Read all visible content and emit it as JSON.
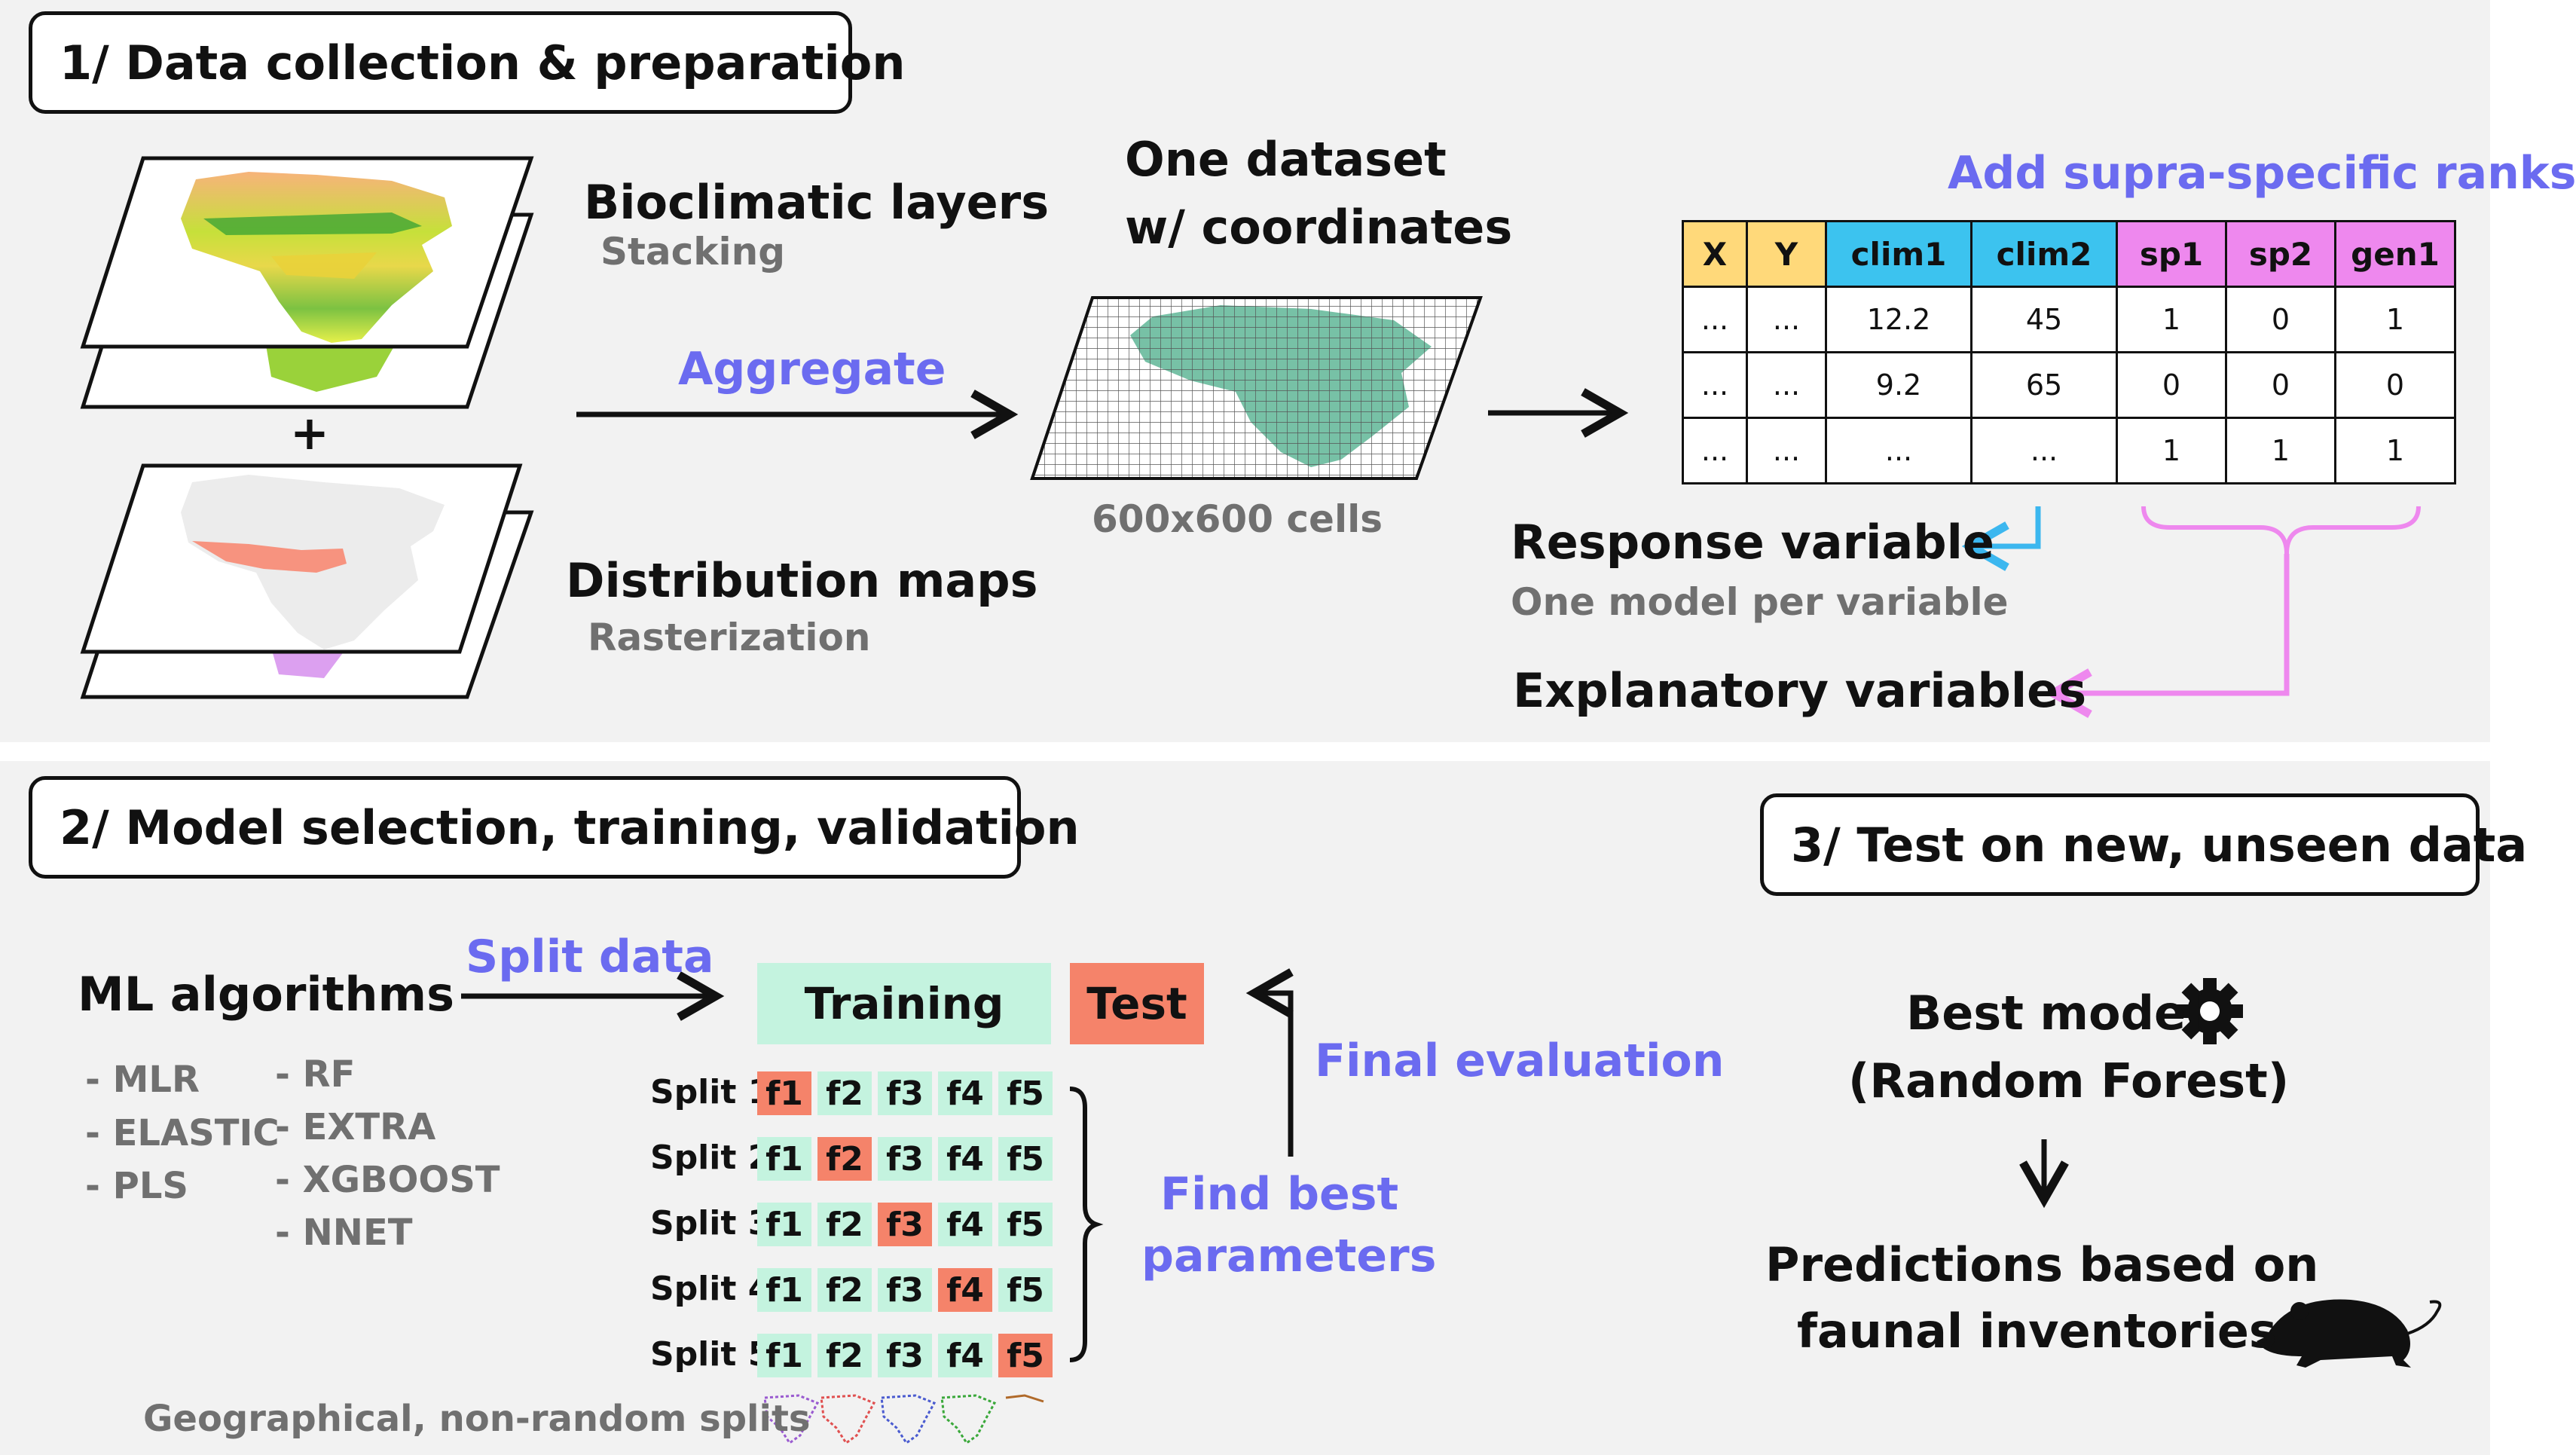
{
  "section1": {
    "title": "1/ Data collection & preparation",
    "bioclimatic_title": "Bioclimatic layers",
    "bioclimatic_sub": "Stacking",
    "plus": "+",
    "distribution_title": "Distribution maps",
    "distribution_sub": "Rasterization",
    "aggregate": "Aggregate",
    "dataset_line1": "One dataset",
    "dataset_line2": "w/ coordinates",
    "grid_caption": "600x600 cells",
    "supra_label": "Add supra-specific ranks",
    "table": {
      "headers": [
        "X",
        "Y",
        "clim1",
        "clim2",
        "sp1",
        "sp2",
        "gen1"
      ],
      "rows": [
        [
          "...",
          "...",
          "12.2",
          "45",
          "1",
          "0",
          "1"
        ],
        [
          "...",
          "...",
          "9.2",
          "65",
          "0",
          "0",
          "0"
        ],
        [
          "...",
          "...",
          "...",
          "...",
          "1",
          "1",
          "1"
        ]
      ]
    },
    "response_title": "Response variable",
    "response_sub": "One model per variable",
    "explanatory_title": "Explanatory variables",
    "colors": {
      "xy": "#ffd97a",
      "clim": "#3cc3ef",
      "species": "#ee88ee",
      "arrow_blue": "#3cb7ef",
      "arrow_pink": "#ee88ee",
      "accent": "#6b6bf0"
    }
  },
  "section2": {
    "title": "2/ Model selection, training, validation",
    "ml_title": "ML algorithms",
    "algos_col1": [
      "- MLR",
      "- ELASTIC",
      "- PLS"
    ],
    "algos_col2": [
      "- RF",
      "- EXTRA",
      "- XGBOOST",
      "- NNET"
    ],
    "split_data": "Split data",
    "training": "Training",
    "test": "Test",
    "final_eval": "Final evaluation",
    "find_best_1": "Find best",
    "find_best_2": "parameters",
    "splits": [
      {
        "label": "Split 1",
        "folds": [
          "f1",
          "f2",
          "f3",
          "f4",
          "f5"
        ],
        "held_out": 0
      },
      {
        "label": "Split 2",
        "folds": [
          "f1",
          "f2",
          "f3",
          "f4",
          "f5"
        ],
        "held_out": 1
      },
      {
        "label": "Split 3",
        "folds": [
          "f1",
          "f2",
          "f3",
          "f4",
          "f5"
        ],
        "held_out": 2
      },
      {
        "label": "Split 4",
        "folds": [
          "f1",
          "f2",
          "f3",
          "f4",
          "f5"
        ],
        "held_out": 3
      },
      {
        "label": "Split 5",
        "folds": [
          "f1",
          "f2",
          "f3",
          "f4",
          "f5"
        ],
        "held_out": 4
      }
    ],
    "geo_caption": "Geographical, non-random splits",
    "colors": {
      "training": "#c4f3df",
      "test": "#f5836a"
    }
  },
  "section3": {
    "title": "3/ Test on new, unseen data",
    "best_model": "Best model",
    "random_forest": "(Random Forest)",
    "pred_line1": "Predictions based on",
    "pred_line2": "faunal inventories"
  }
}
